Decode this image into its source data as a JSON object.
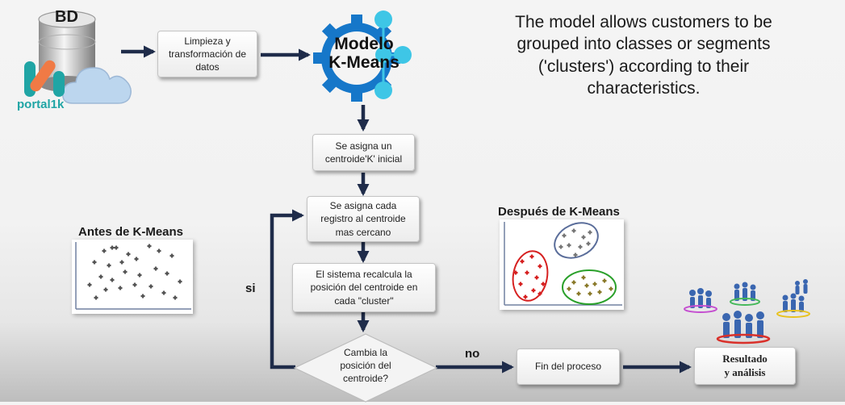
{
  "source": {
    "db_label": "BD",
    "brand_label": "portal1k",
    "db_icon": "database-icon",
    "cloud_icon": "cloud-icon",
    "colors": {
      "brand_teal": "#20a5a5",
      "brand_orange": "#f07a45",
      "cloud": "#bcd6ee"
    }
  },
  "steps": {
    "cleaning": "Limpieza y\ntransformación de\ndatos",
    "model_title": "Modelo\nK-Means",
    "assign_k": "Se asigna un\ncentroide'K' inicial",
    "assign_records": "Se asigna cada\nregistro al centroide\nmas cercano",
    "recalculate": "El sistema recalcula la\nposición del centroide en\ncada \"cluster\"",
    "decision": "Cambia la\nposición del\ncentroide?",
    "end": "Fin del proceso",
    "result": "Resultado\ny análisis"
  },
  "branches": {
    "yes": "si",
    "no": "no"
  },
  "description": "The model allows customers to be grouped into classes or segments ('clusters') according to their characteristics.",
  "before_plot": {
    "title": "Antes de K-Means",
    "marker_color": "#555555"
  },
  "after_plot": {
    "title": "Después de K-Means",
    "clusters": [
      {
        "ring_color": "#d62020",
        "marker_color": "#d62020"
      },
      {
        "ring_color": "#5a6d9a",
        "marker_color": "#777777"
      },
      {
        "ring_color": "#2aa02a",
        "marker_color": "#8a7a2a"
      }
    ]
  },
  "colors": {
    "arrow": "#1f2c4a",
    "gear": "#1677c9",
    "node": "#3ec6e6"
  }
}
